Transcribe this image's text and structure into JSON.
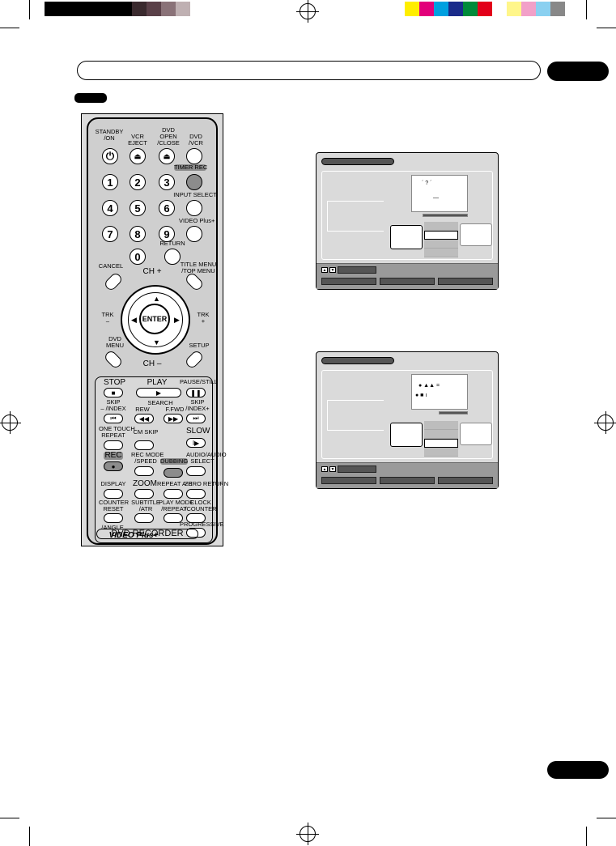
{
  "remote": {
    "standby": "STANDBY\n/ON",
    "vcr_eject": "VCR\nEJECT",
    "dvd_open": "DVD\nOPEN\n/CLOSE",
    "dvd_vcr": "DVD\n/VCR",
    "timer_rec": "TIMER REC",
    "input_select": "INPUT SELECT",
    "video_plus": "VIDEO Plus+",
    "return": "RETURN",
    "title_menu": "TITLE MENU\n/TOP MENU",
    "cancel": "CANCEL",
    "ch_plus": "CH +",
    "ch_minus": "CH –",
    "trk_minus": "TRK\n–",
    "trk_plus": "TRK\n+",
    "enter": "ENTER",
    "dvd_menu": "DVD\nMENU",
    "setup": "SETUP",
    "stop": "STOP",
    "play": "PLAY",
    "pause_still": "PAUSE/STILL",
    "skip_index_minus": "SKIP\n– /INDEX",
    "search": "SEARCH",
    "rew": "REW",
    "ffwd": "F.FWD",
    "skip_index_plus": "SKIP\n/INDEX+",
    "one_touch_repeat": "ONE TOUCH\nREPEAT",
    "cm_skip": "CM SKIP",
    "slow": "SLOW",
    "rec": "REC",
    "rec_mode": "REC MODE\n/SPEED",
    "dubbing": "DUBBING",
    "audio_select": "AUDIO/AUDIO\nSELECT",
    "display": "DISPLAY",
    "zoom": "ZOOM",
    "repeat_ab": "REPEAT A-B",
    "zero_return": "ZERO RETURN",
    "counter_reset": "COUNTER\nRESET",
    "subtitle_atr": "SUBTITLE\n/ATR",
    "play_mode": "PLAY MODE\n/REPEAT",
    "clock_counter": "CLOCK\n/COUNTER",
    "angle": "/ANGLE",
    "progressive": "PROGRESSIVE",
    "video_plus_logo": "VIDEO Plus+",
    "dvd_recorder": "DVD RECORDER",
    "digits": [
      "1",
      "2",
      "3",
      "4",
      "5",
      "6",
      "7",
      "8",
      "9",
      "0"
    ]
  },
  "colors": {
    "print_bar_left": [
      "#000000",
      "#000000",
      "#000000",
      "#000000",
      "#000000",
      "#000000",
      "#3a2a2e",
      "#5a4048",
      "#8a7278",
      "#bfb0b2",
      "#ffffff"
    ],
    "print_bar_right": [
      "#ffee00",
      "#e2007a",
      "#00a0e0",
      "#1a2b8a",
      "#008a3a",
      "#e2001a",
      "#ffffff",
      "#fff68a",
      "#f2a0c8",
      "#8ad0f0",
      "#888888"
    ],
    "screen_bg": "#dadada",
    "remote_bg": "#cfcfcf"
  },
  "icons": [
    "power-icon",
    "eject-icon",
    "play-icon",
    "stop-icon",
    "pause-icon",
    "rewind-icon",
    "fast-forward-icon",
    "skip-back-icon",
    "skip-forward-icon",
    "slow-icon",
    "record-icon",
    "arrow-up-icon",
    "arrow-down-icon",
    "arrow-left-icon",
    "arrow-right-icon"
  ]
}
